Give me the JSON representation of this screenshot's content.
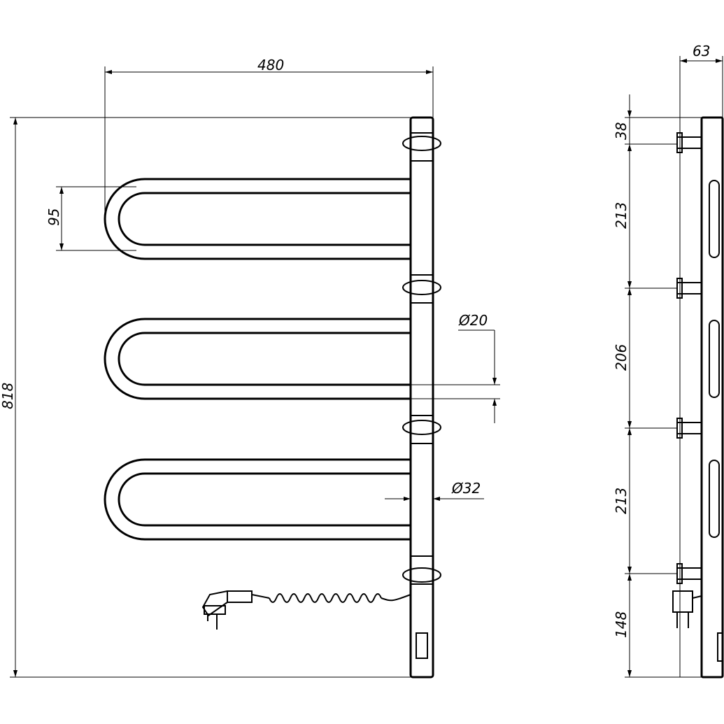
{
  "front_view": {
    "width_label": "480",
    "height_label": "818",
    "loop_spacing_label": "95",
    "tube_diameter_label": "Ø20",
    "bar_diameter_label": "Ø32"
  },
  "side_view": {
    "depth_label": "63",
    "segments": [
      "38",
      "213",
      "206",
      "213",
      "148"
    ]
  }
}
